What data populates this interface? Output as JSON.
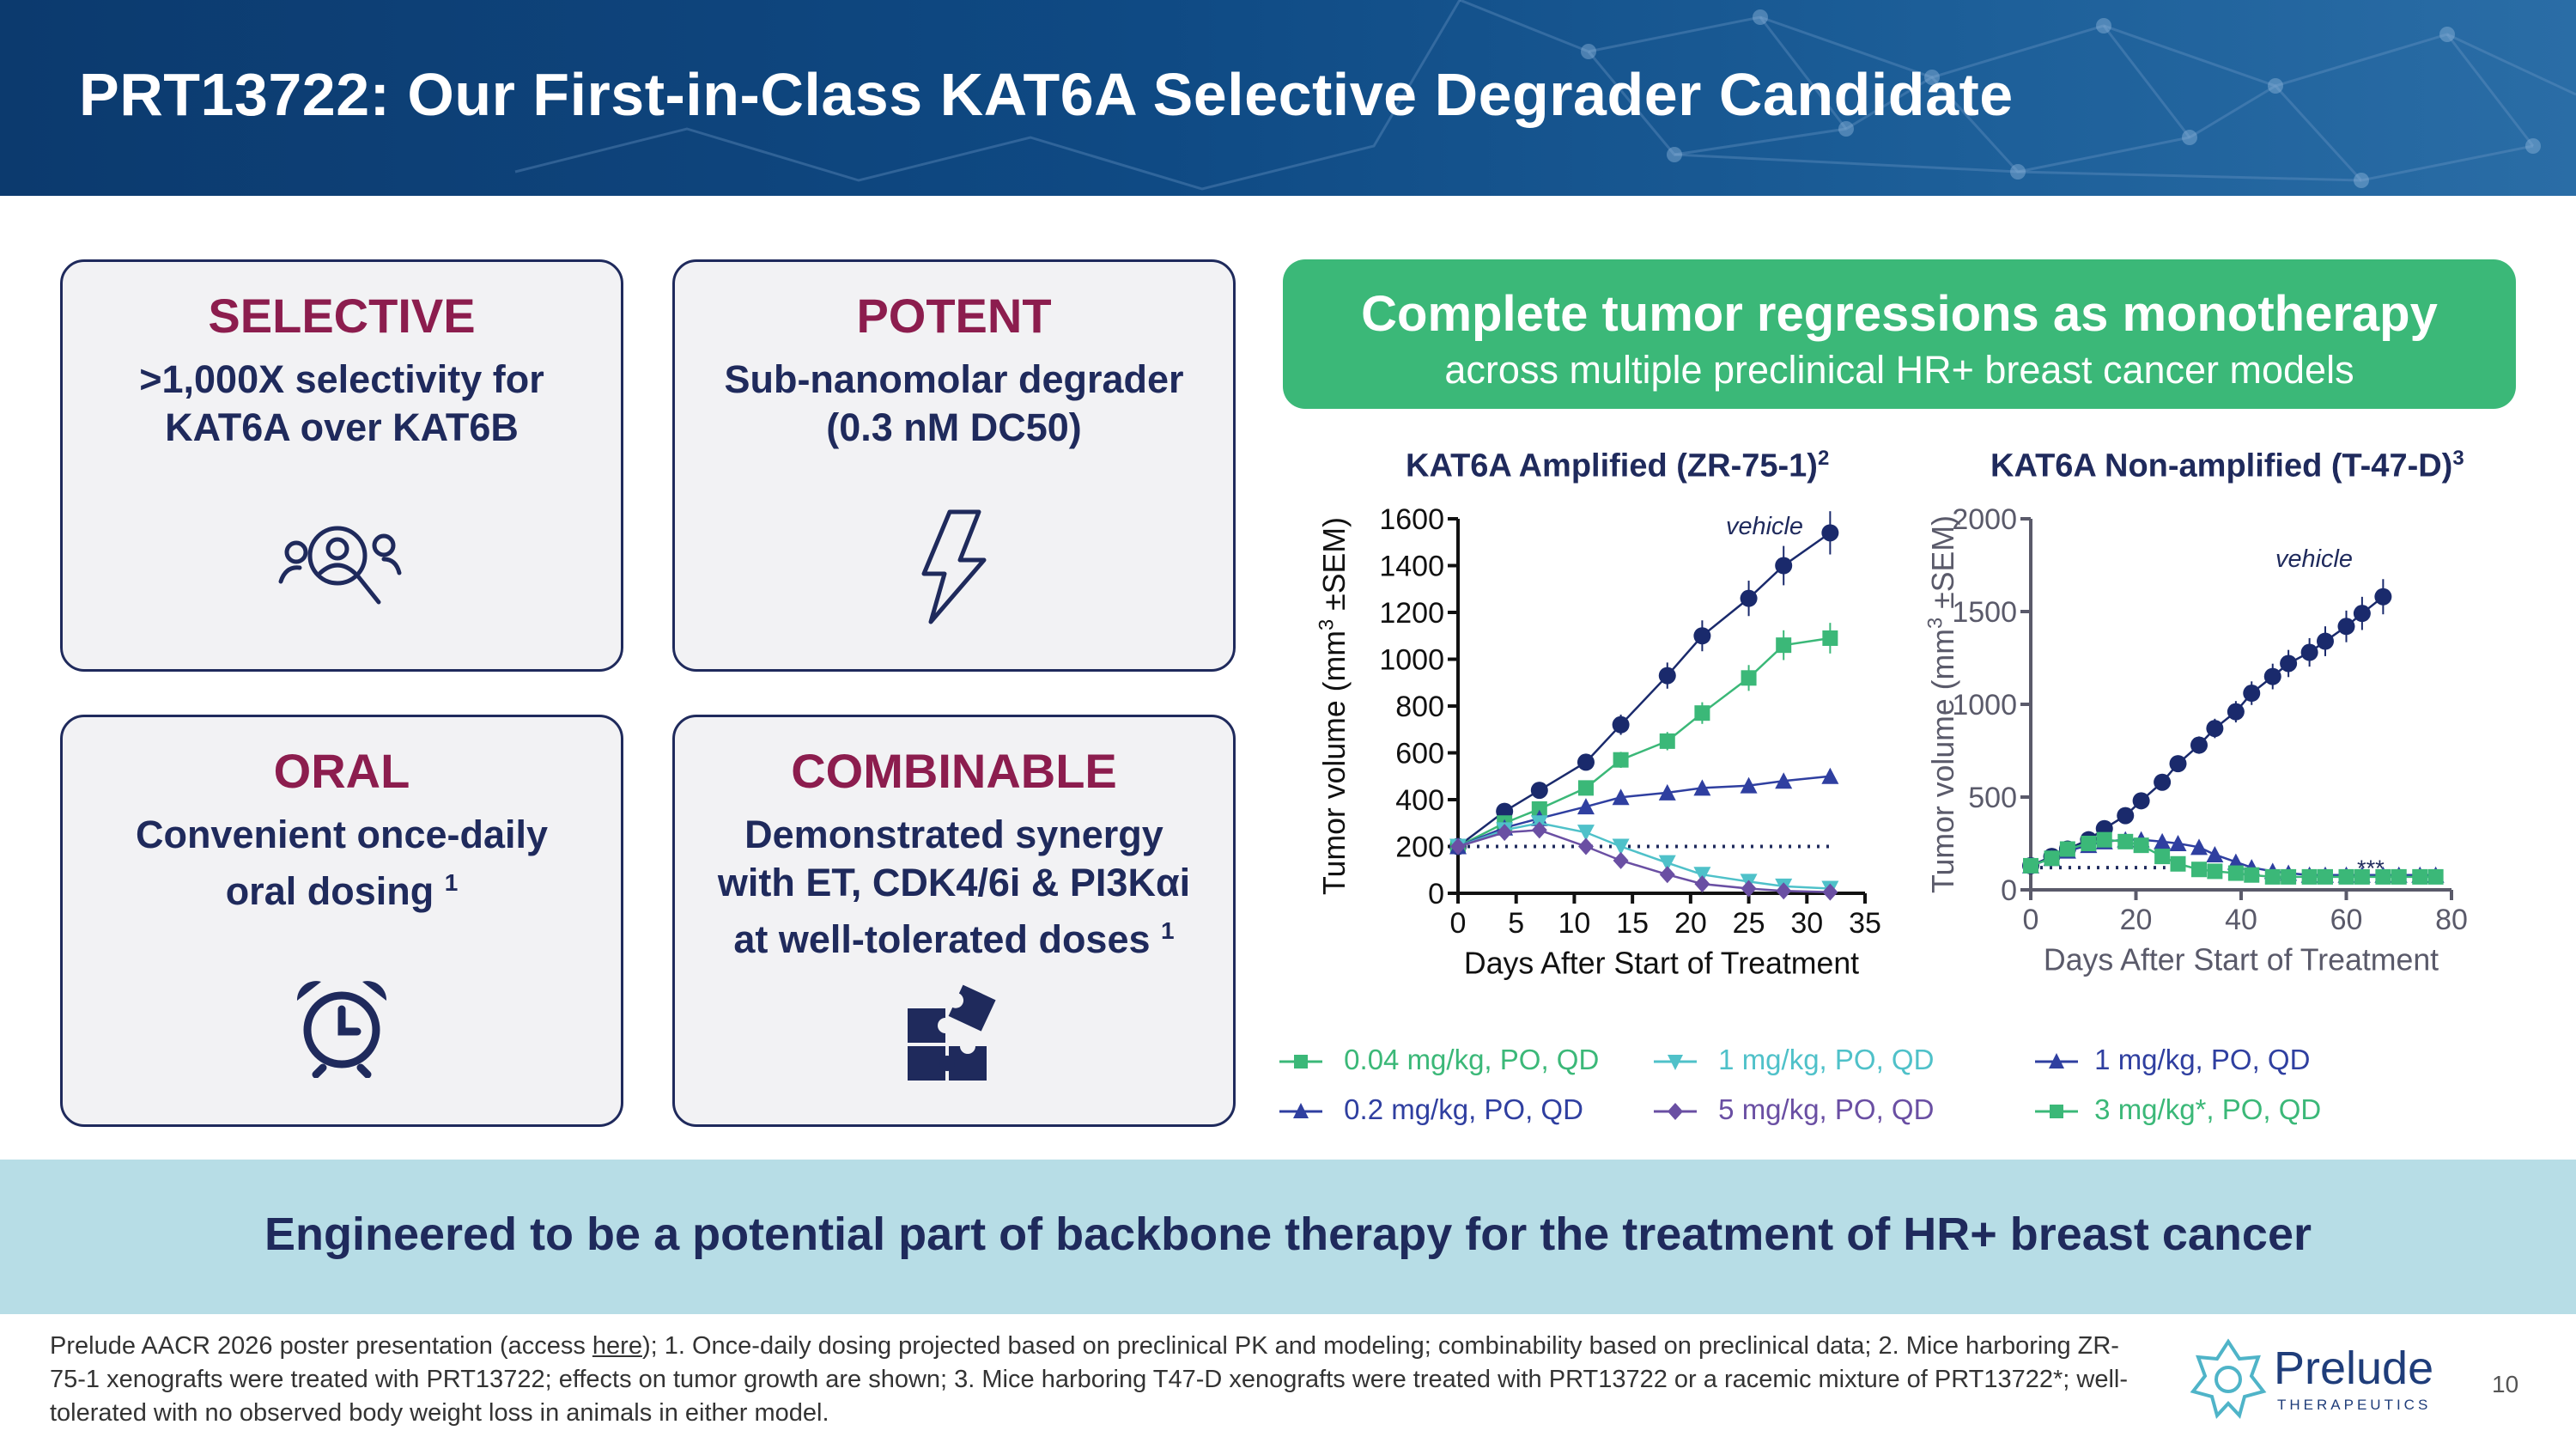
{
  "slide": {
    "title": "PRT13722: Our First-in-Class KAT6A Selective Degrader Candidate",
    "page_number": "10"
  },
  "cards": [
    {
      "title": "SELECTIVE",
      "line1": ">1,000X selectivity for",
      "line2": "KAT6A over KAT6B",
      "line3": "",
      "icon": "people-search-icon"
    },
    {
      "title": "POTENT",
      "line1": "Sub-nanomolar degrader",
      "line2": "(0.3 nM DC50)",
      "line3": "",
      "icon": "lightning-icon"
    },
    {
      "title": "ORAL",
      "line1": "Convenient once-daily",
      "line2": "oral dosing",
      "line2_sup": "1",
      "line3": "",
      "icon": "alarm-clock-icon"
    },
    {
      "title": "COMBINABLE",
      "line1": "Demonstrated synergy",
      "line2": "with ET, CDK4/6i & PI3Kαi",
      "line3": "at well-tolerated doses",
      "line3_sup": "1",
      "icon": "puzzle-icon"
    }
  ],
  "green_banner": {
    "headline": "Complete tumor regressions as monotherapy",
    "subline": "across multiple preclinical HR+ breast cancer models"
  },
  "colors": {
    "header_blue": "#0f4a84",
    "card_title": "#8c1d4e",
    "navy": "#1f2a5c",
    "green": "#3bb878",
    "band": "#b7dde6",
    "vehicle": "#1a2a6c",
    "s004": "#3bb878",
    "s02": "#2f3fa0",
    "s1": "#4fc1c9",
    "s5": "#6a4fa3"
  },
  "chart_data": [
    {
      "type": "line",
      "title": "KAT6A Amplified (ZR-75-1)",
      "title_sup": "2",
      "xlabel": "Days After Start of Treatment",
      "ylabel": "Tumor volume (mm",
      "ylabel_sup": "3",
      "ylabel_tail": " ±SEM)",
      "xlim": [
        0,
        35
      ],
      "ylim": [
        0,
        1600
      ],
      "xticks": [
        "0",
        "5",
        "10",
        "15",
        "20",
        "25",
        "30",
        "35"
      ],
      "yticks": [
        "0",
        "200",
        "400",
        "600",
        "800",
        "1000",
        "1200",
        "1400",
        "1600"
      ],
      "baseline": 200,
      "annotation": "vehicle",
      "series": [
        {
          "name": "vehicle",
          "x": [
            0,
            4,
            7,
            11,
            14,
            18,
            21,
            25,
            28,
            32
          ],
          "y": [
            200,
            350,
            440,
            560,
            720,
            930,
            1100,
            1260,
            1400,
            1540
          ],
          "marker": "circle"
        },
        {
          "name": "0.04 mg/kg, PO, QD",
          "x": [
            0,
            4,
            7,
            11,
            14,
            18,
            21,
            25,
            28,
            32
          ],
          "y": [
            200,
            300,
            360,
            450,
            570,
            650,
            770,
            920,
            1060,
            1090
          ],
          "marker": "square"
        },
        {
          "name": "0.2 mg/kg, PO, QD",
          "x": [
            0,
            4,
            7,
            11,
            14,
            18,
            21,
            25,
            28,
            32
          ],
          "y": [
            200,
            280,
            320,
            370,
            410,
            430,
            450,
            460,
            480,
            500
          ],
          "marker": "triangle"
        },
        {
          "name": "1 mg/kg, PO, QD",
          "x": [
            0,
            4,
            7,
            11,
            14,
            18,
            21,
            25,
            28,
            32
          ],
          "y": [
            200,
            270,
            300,
            260,
            200,
            130,
            80,
            50,
            30,
            20
          ],
          "marker": "triangle-down"
        },
        {
          "name": "5 mg/kg, PO, QD",
          "x": [
            0,
            4,
            7,
            11,
            14,
            18,
            21,
            25,
            28,
            32
          ],
          "y": [
            200,
            260,
            270,
            200,
            140,
            80,
            40,
            20,
            10,
            5
          ],
          "marker": "diamond"
        }
      ]
    },
    {
      "type": "line",
      "title": "KAT6A Non-amplified (T-47-D)",
      "title_sup": "3",
      "xlabel": "Days After Start of Treatment",
      "ylabel": "Tumor volume (mm",
      "ylabel_sup": "3",
      "ylabel_tail": " ±SEM)",
      "xlim": [
        0,
        80
      ],
      "ylim": [
        0,
        2000
      ],
      "xticks": [
        "0",
        "20",
        "40",
        "60",
        "80"
      ],
      "yticks": [
        "0",
        "500",
        "1000",
        "1500",
        "2000"
      ],
      "baseline": 120,
      "annotation": "vehicle",
      "significance": "***",
      "series": [
        {
          "name": "vehicle",
          "x": [
            0,
            4,
            7,
            11,
            14,
            18,
            21,
            25,
            28,
            32,
            35,
            39,
            42,
            46,
            49,
            53,
            56,
            60,
            63,
            67
          ],
          "y": [
            130,
            180,
            220,
            270,
            330,
            400,
            480,
            580,
            680,
            780,
            870,
            960,
            1060,
            1150,
            1220,
            1280,
            1340,
            1420,
            1490,
            1580
          ],
          "marker": "circle"
        },
        {
          "name": "1 mg/kg, PO, QD",
          "x": [
            0,
            4,
            7,
            11,
            14,
            18,
            21,
            25,
            28,
            32,
            35,
            39,
            42,
            46,
            49,
            53,
            56,
            60,
            63,
            67,
            70,
            74,
            77
          ],
          "y": [
            130,
            170,
            210,
            240,
            260,
            270,
            270,
            260,
            250,
            230,
            190,
            150,
            120,
            100,
            90,
            80,
            80,
            80,
            80,
            80,
            80,
            80,
            80
          ],
          "marker": "triangle"
        },
        {
          "name": "3 mg/kg*, PO, QD",
          "x": [
            0,
            4,
            7,
            11,
            14,
            18,
            21,
            25,
            28,
            32,
            35,
            39,
            42,
            46,
            49,
            53,
            56,
            60,
            63,
            67,
            70,
            74,
            77
          ],
          "y": [
            130,
            170,
            220,
            250,
            270,
            260,
            240,
            180,
            140,
            110,
            100,
            90,
            80,
            70,
            70,
            70,
            70,
            70,
            70,
            70,
            70,
            70,
            70
          ],
          "marker": "square"
        }
      ]
    }
  ],
  "legend_left": [
    {
      "label": "0.04 mg/kg, PO, QD",
      "marker": "square"
    },
    {
      "label": "0.2 mg/kg, PO, QD",
      "marker": "triangle"
    },
    {
      "label": "1 mg/kg, PO, QD",
      "marker": "triangle-down"
    },
    {
      "label": "5 mg/kg, PO, QD",
      "marker": "diamond"
    }
  ],
  "legend_right": [
    {
      "label": "1 mg/kg, PO, QD",
      "marker": "triangle"
    },
    {
      "label": "3 mg/kg*, PO, QD",
      "marker": "square"
    }
  ],
  "bottom_banner": "Engineered to be a potential part of backbone therapy for the treatment of HR+ breast cancer",
  "footnote": {
    "part1": "Prelude AACR 2026 poster presentation (access ",
    "link": "here",
    "part2": "); 1. Once-daily dosing projected based on preclinical PK and modeling; combinability based on preclinical data; 2. Mice harboring ZR-75-1 xenografts were treated with PRT13722; effects on tumor growth are shown; 3. Mice harboring T47-D xenografts were treated with PRT13722 or a racemic mixture of PRT13722*; well-tolerated with no observed body weight loss in animals in either model."
  },
  "logo": {
    "name": "Prelude",
    "tagline": "THERAPEUTICS"
  }
}
